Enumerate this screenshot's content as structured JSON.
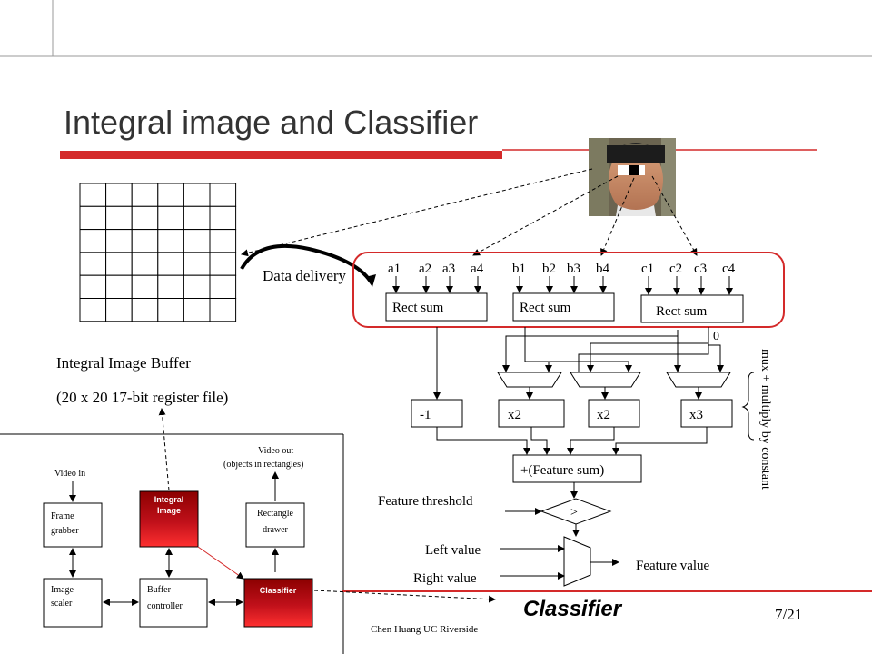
{
  "slide": {
    "title": "Integral image and Classifier",
    "page_number": "7/21",
    "footer": "Chen Huang  UC Riverside",
    "accent_color": "#d42a2a",
    "dark_red": "#8b0000"
  },
  "buffer": {
    "data_delivery": "Data delivery",
    "label_line1": "Integral Image Buffer",
    "label_line2": "(20 x 20 17-bit register file)"
  },
  "features": {
    "group_a": [
      "a1",
      "a2",
      "a3",
      "a4"
    ],
    "group_b": [
      "b1",
      "b2",
      "b3",
      "b4"
    ],
    "group_c": [
      "c1",
      "c2",
      "c3",
      "c4"
    ],
    "rect_sum": "Rect sum",
    "zero": "0",
    "mux_label": "mux + multiply by constant",
    "mult": [
      "-1",
      "x2",
      "x2",
      "x3"
    ],
    "feature_sum": "+(Feature sum)",
    "feature_threshold": "Feature threshold",
    "compare": ">",
    "left_value": "Left value",
    "right_value": "Right value",
    "feature_value": "Feature value"
  },
  "system": {
    "video_in": "Video in",
    "video_out_line1": "Video out",
    "video_out_line2": "(objects in rectangles)",
    "frame_grabber": [
      "Frame",
      "grabber"
    ],
    "integral_image": [
      "Integral",
      "Image"
    ],
    "rectangle_drawer": [
      "Rectangle",
      "drawer"
    ],
    "image_scaler": [
      "Image",
      "scaler"
    ],
    "buffer_controller": [
      "Buffer",
      "controller"
    ],
    "classifier_block": "Classifier",
    "classifier_caption": "Classifier"
  }
}
